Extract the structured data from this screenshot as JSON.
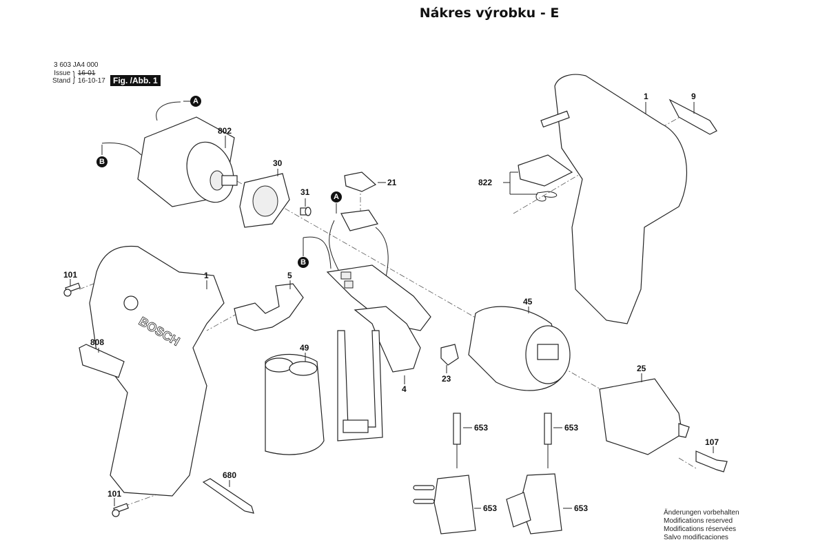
{
  "page": {
    "title": "Nákres výrobku - E",
    "document_ref": {
      "part_number": "3 603 JA4 000",
      "issue_label": "Issue",
      "stand_label": "Stand",
      "old_date": "16-01",
      "date": "16-10-17",
      "figure_badge": "Fig. /Abb. 1"
    },
    "notice": [
      "Änderungen vorbehalten",
      "Modifications reserved",
      "Modifications réservées",
      "Salvo modificaciones"
    ]
  },
  "connectors": [
    {
      "id": "A",
      "label": "A"
    },
    {
      "id": "B",
      "label": "B"
    },
    {
      "id": "A2",
      "label": "A"
    },
    {
      "id": "B2",
      "label": "B"
    }
  ],
  "parts": [
    {
      "id": "motor",
      "number": "802"
    },
    {
      "id": "motor-plate",
      "number": "30"
    },
    {
      "id": "screw-31",
      "number": "31"
    },
    {
      "id": "switch-cover",
      "number": "21"
    },
    {
      "id": "housing-right",
      "number": "1"
    },
    {
      "id": "nameplate",
      "number": "9"
    },
    {
      "id": "direction-slider",
      "number": "822"
    },
    {
      "id": "screw-101-top",
      "number": "101"
    },
    {
      "id": "housing-left",
      "number": "1"
    },
    {
      "id": "slider-5",
      "number": "5"
    },
    {
      "id": "label-808",
      "number": "808"
    },
    {
      "id": "battery",
      "number": "49"
    },
    {
      "id": "switch",
      "number": "4"
    },
    {
      "id": "led-23",
      "number": "23"
    },
    {
      "id": "gearbox",
      "number": "45"
    },
    {
      "id": "chuck",
      "number": "25"
    },
    {
      "id": "screw-107",
      "number": "107"
    },
    {
      "id": "plug-left",
      "number": "653"
    },
    {
      "id": "plug-right",
      "number": "653"
    },
    {
      "id": "charger-eu",
      "number": "653"
    },
    {
      "id": "charger-uk",
      "number": "653"
    },
    {
      "id": "bit",
      "number": "680"
    },
    {
      "id": "screw-101-bottom",
      "number": "101"
    }
  ],
  "brand_mark": "BOSCH"
}
